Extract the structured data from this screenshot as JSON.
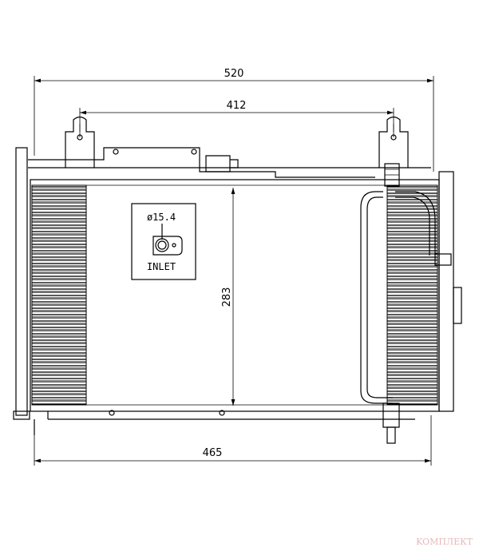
{
  "drawing": {
    "dimensions": {
      "overall_width": "520",
      "bracket_spacing": "412",
      "core_height": "283",
      "core_width": "465"
    },
    "inlet": {
      "diameter": "ø15.4",
      "label": "INLET"
    }
  },
  "watermark": "KOMПЛЕКТ"
}
